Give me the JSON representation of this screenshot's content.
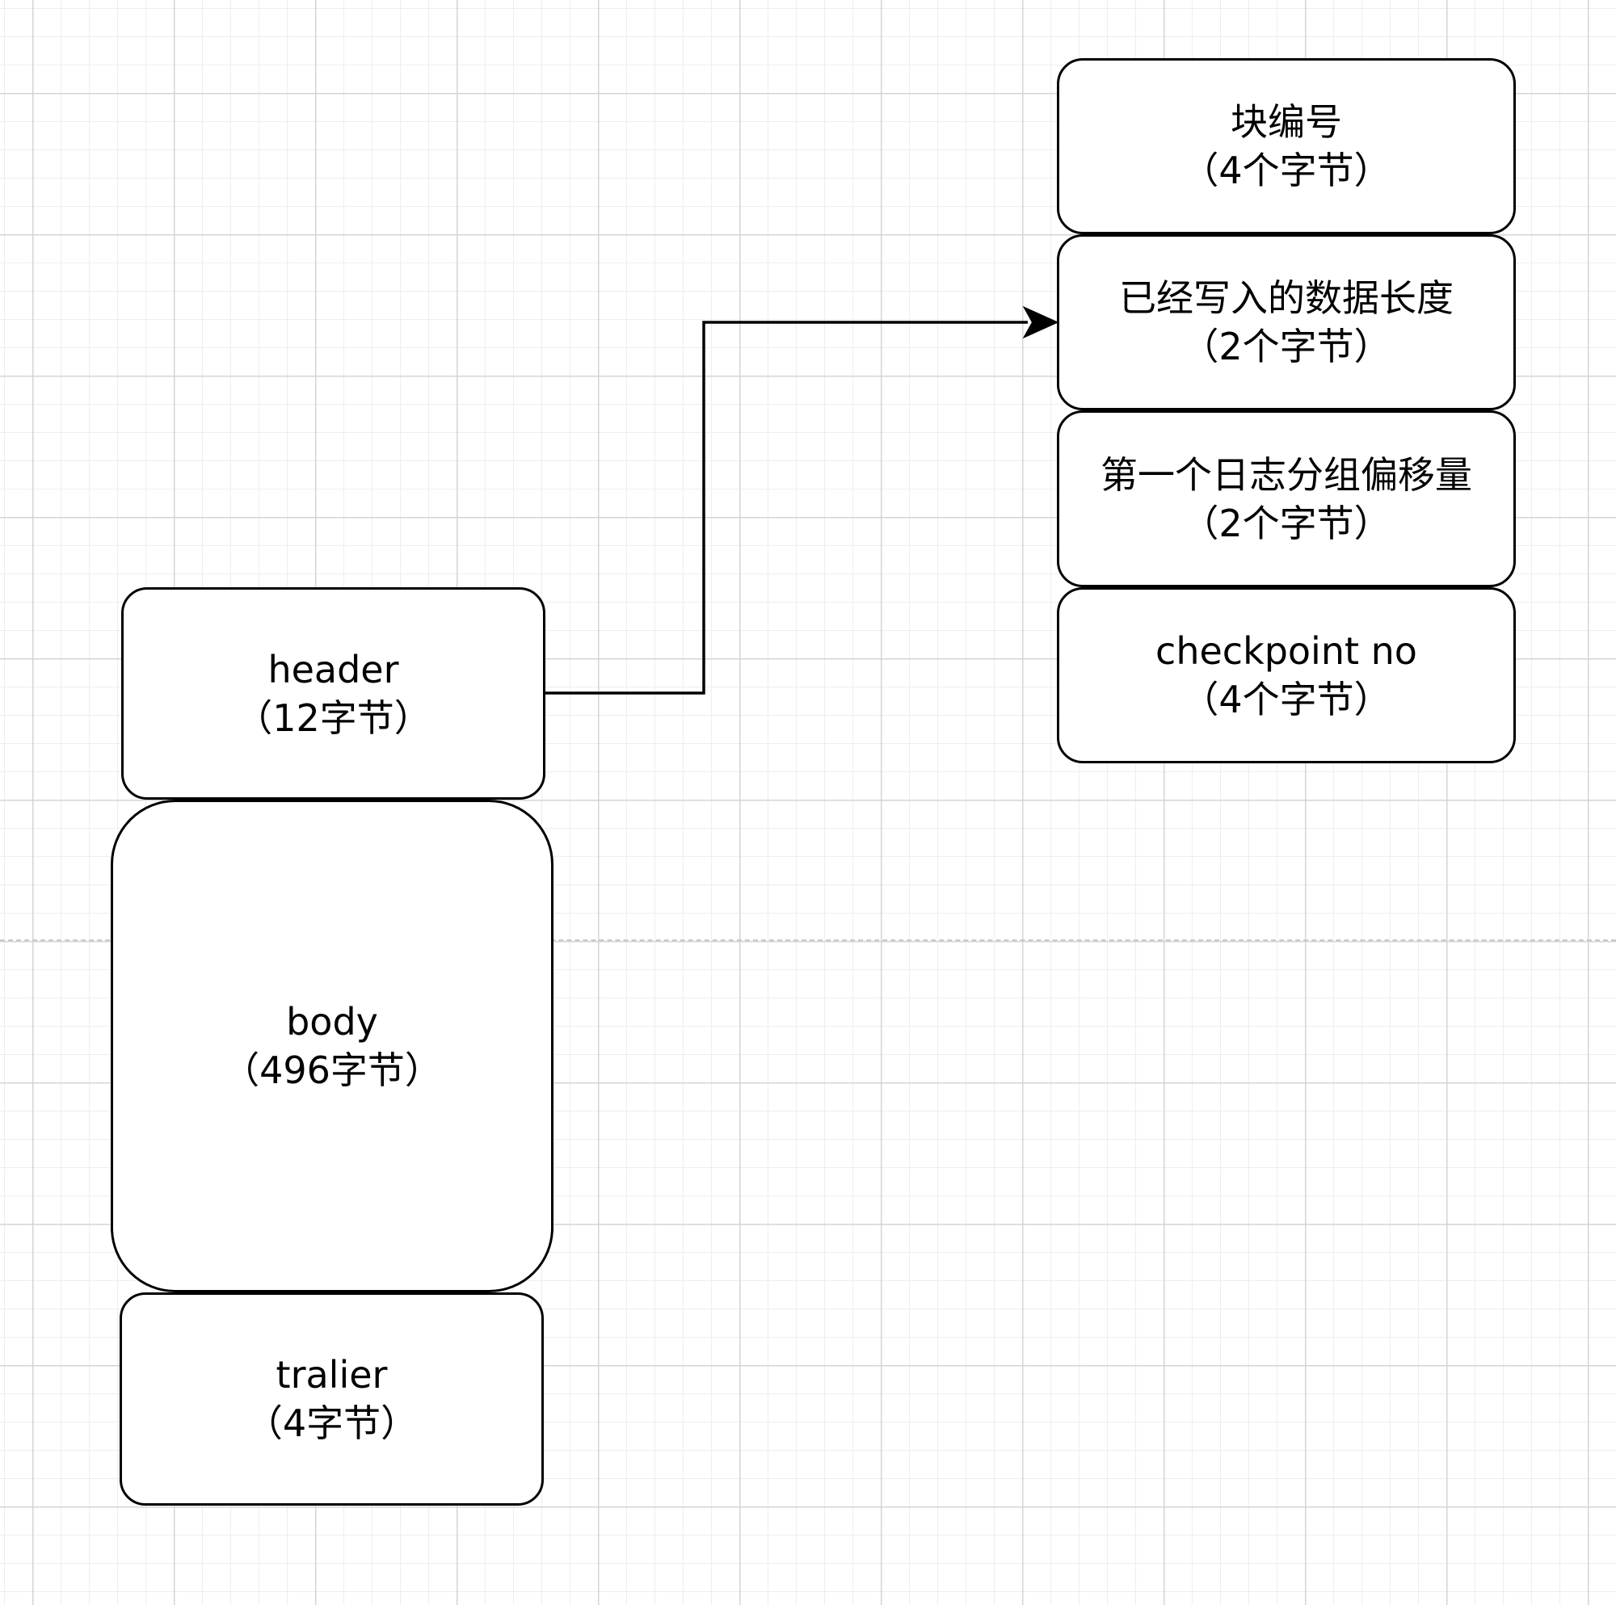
{
  "left_stack": {
    "header": {
      "title": "header",
      "size": "（12字节）"
    },
    "body": {
      "title": "body",
      "size": "（496字节）"
    },
    "trailer": {
      "title": "tralier",
      "size": "（4字节）"
    }
  },
  "right_stack": {
    "block_number": {
      "title": "块编号",
      "size": "（4个字节）"
    },
    "data_length": {
      "title": "已经写入的数据长度",
      "size": "（2个字节）"
    },
    "first_group_offset": {
      "title": "第一个日志分组偏移量",
      "size": "（2个字节）"
    },
    "checkpoint_no": {
      "title": "checkpoint no",
      "size": "（4个字节）"
    }
  },
  "colors": {
    "stroke": "#000000",
    "fill": "#ffffff",
    "grid_major": "#d4d4d4",
    "grid_minor": "#eeeeee"
  }
}
